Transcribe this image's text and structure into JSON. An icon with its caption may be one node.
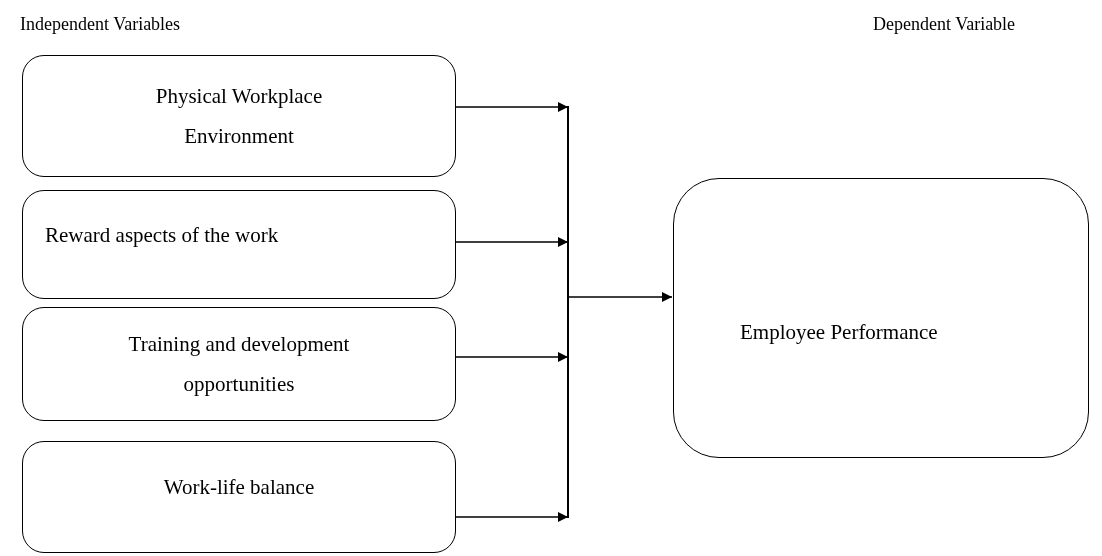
{
  "diagram": {
    "nodes": [
      {
        "text": [
          "Physical Workplace Environment"
        ]
      },
      {
        "text": [
          "Reward aspects of the work"
        ]
      },
      {
        "text": [
          "Training and development opportunities"
        ]
      },
      {
        "text": [
          "Work-life balance"
        ]
      },
      {
        "text": [],
        "shape": "bar"
      },
      {
        "text": [
          "Employee Performance"
        ]
      }
    ],
    "edges": [
      {
        "from": 0,
        "to": 4,
        "arrow": "to"
      },
      {
        "from": 1,
        "to": 4,
        "arrow": "to"
      },
      {
        "from": 2,
        "to": 4,
        "arrow": "to"
      },
      {
        "from": 3,
        "to": 4,
        "arrow": "to"
      },
      {
        "from": 4,
        "to": 5,
        "arrow": "to"
      }
    ],
    "labels": [
      "Independent Variables",
      "Dependent Variable"
    ]
  }
}
